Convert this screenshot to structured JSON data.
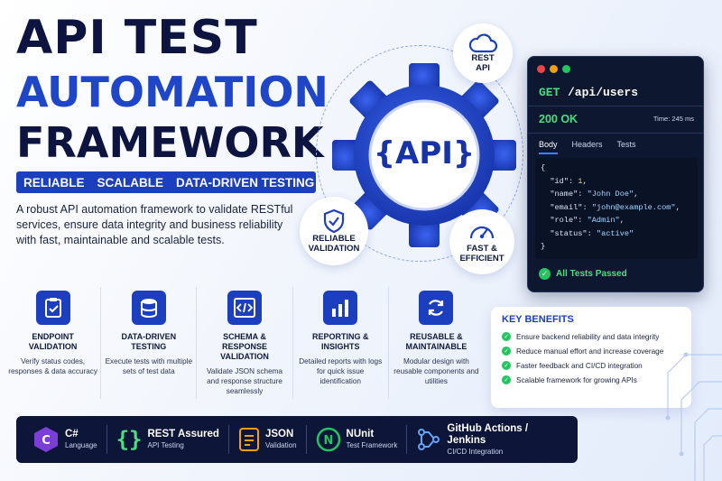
{
  "title": {
    "line1": "API TEST",
    "line2": "AUTOMATION",
    "line3": "FRAMEWORK"
  },
  "tagline": {
    "items": [
      "RELIABLE",
      "SCALABLE",
      "DATA-DRIVEN TESTING"
    ]
  },
  "description": "A robust API automation framework to validate RESTful services, ensure data integrity and business reliability with fast, maintainable and scalable tests.",
  "gear_label": "{API}",
  "bubbles": {
    "rest": {
      "line1": "REST",
      "line2": "API",
      "icon": "cloud-icon"
    },
    "validation": {
      "line1": "RELIABLE",
      "line2": "VALIDATION",
      "icon": "shield-check-icon"
    },
    "fast": {
      "line1": "FAST &",
      "line2": "EFFICIENT",
      "icon": "speedometer-icon"
    }
  },
  "terminal": {
    "method": "GET",
    "path": "/api/users",
    "status": "200 OK",
    "time": "Time: 245 ms",
    "tabs": [
      "Body",
      "Headers",
      "Tests"
    ],
    "active_tab": "Body",
    "code": {
      "open": "{",
      "lines": [
        {
          "key": "\"id\"",
          "value": "1",
          "type": "number"
        },
        {
          "key": "\"name\"",
          "value": "\"John Doe\"",
          "type": "string"
        },
        {
          "key": "\"email\"",
          "value": "\"john@example.com\"",
          "type": "string"
        },
        {
          "key": "\"role\"",
          "value": "\"Admin\"",
          "type": "string"
        },
        {
          "key": "\"status\"",
          "value": "\"active\"",
          "type": "string"
        }
      ],
      "close": "}"
    },
    "result": "All Tests Passed",
    "colors": {
      "success": "#4ade80",
      "background": "#0e1730"
    }
  },
  "features": [
    {
      "icon": "clipboard-check-icon",
      "title_l1": "ENDPOINT",
      "title_l2": "VALIDATION",
      "desc": "Verify status codes, responses & data accuracy"
    },
    {
      "icon": "database-icon",
      "title_l1": "DATA-DRIVEN",
      "title_l2": "TESTING",
      "desc": "Execute tests with multiple sets of test data"
    },
    {
      "icon": "code-icon",
      "title_l1": "SCHEMA & RESPONSE",
      "title_l2": "VALIDATION",
      "desc": "Validate JSON schema and response structure seamlessly"
    },
    {
      "icon": "bar-chart-icon",
      "title_l1": "REPORTING &",
      "title_l2": "INSIGHTS",
      "desc": "Detailed reports with logs for quick issue identification"
    },
    {
      "icon": "refresh-icon",
      "title_l1": "REUSABLE &",
      "title_l2": "MAINTAINABLE",
      "desc": "Modular design with reusable components and utilities"
    }
  ],
  "benefits": {
    "title": "KEY BENEFITS",
    "items": [
      "Ensure backend reliability and data integrity",
      "Reduce manual effort and increase coverage",
      "Faster feedback and CI/CD integration",
      "Scalable framework for growing APIs"
    ]
  },
  "tech": [
    {
      "icon": "csharp-icon",
      "name": "C#",
      "sub": "Language"
    },
    {
      "icon": "braces-icon",
      "name": "REST Assured",
      "sub": "API Testing"
    },
    {
      "icon": "json-file-icon",
      "name": "JSON",
      "sub": "Validation"
    },
    {
      "icon": "nunit-icon",
      "name": "NUnit",
      "sub": "Test Framework"
    },
    {
      "icon": "github-actions-icon",
      "name": "GitHub Actions / Jenkins",
      "sub": "CI/CD Integration"
    }
  ],
  "colors": {
    "primary": "#1c3fbf",
    "dark": "#0d1440",
    "success": "#22c55e"
  }
}
